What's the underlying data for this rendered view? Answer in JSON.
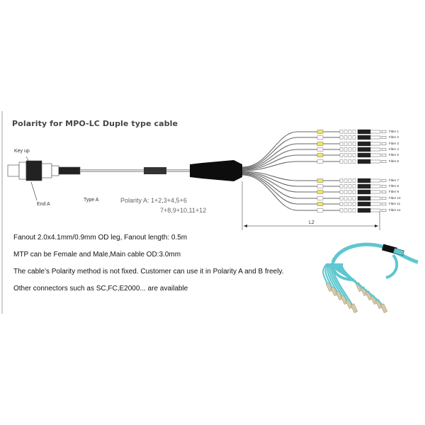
{
  "diagram": {
    "title": "Polarity for MPO-LC Duple type cable",
    "key_label": "Key up",
    "end_label": "End A",
    "type_label": "Type A",
    "polarity_line1": "Polarity  A:  1+2,3+4,5+6",
    "polarity_line2": "7+8,9+10,11+12",
    "length_label": "L2",
    "fibers": [
      "Fiber 1",
      "Fiber 2",
      "Fiber 3",
      "Fiber 4",
      "Fiber 5",
      "Fiber 6",
      "Fiber 7",
      "Fiber 8",
      "Fiber 9",
      "Fiber 10",
      "Fiber 11",
      "Fiber 12"
    ]
  },
  "description": {
    "line1": "Fanout 2.0x4.1mm/0.9mm OD leg, Fanout length: 0.5m",
    "line2": "MTP can be Female and Male,Main cable OD:3.0mm",
    "line3": "The cable’s Polarity method is not fixed. Customer can use it in Polarity A and B freely.",
    "line4": "Other connectors such as SC,FC,E2000... are available"
  },
  "colors": {
    "aqua_cable": "#5ec7cf",
    "connector_body": "#d9c8a8",
    "boot_black": "#111111"
  }
}
